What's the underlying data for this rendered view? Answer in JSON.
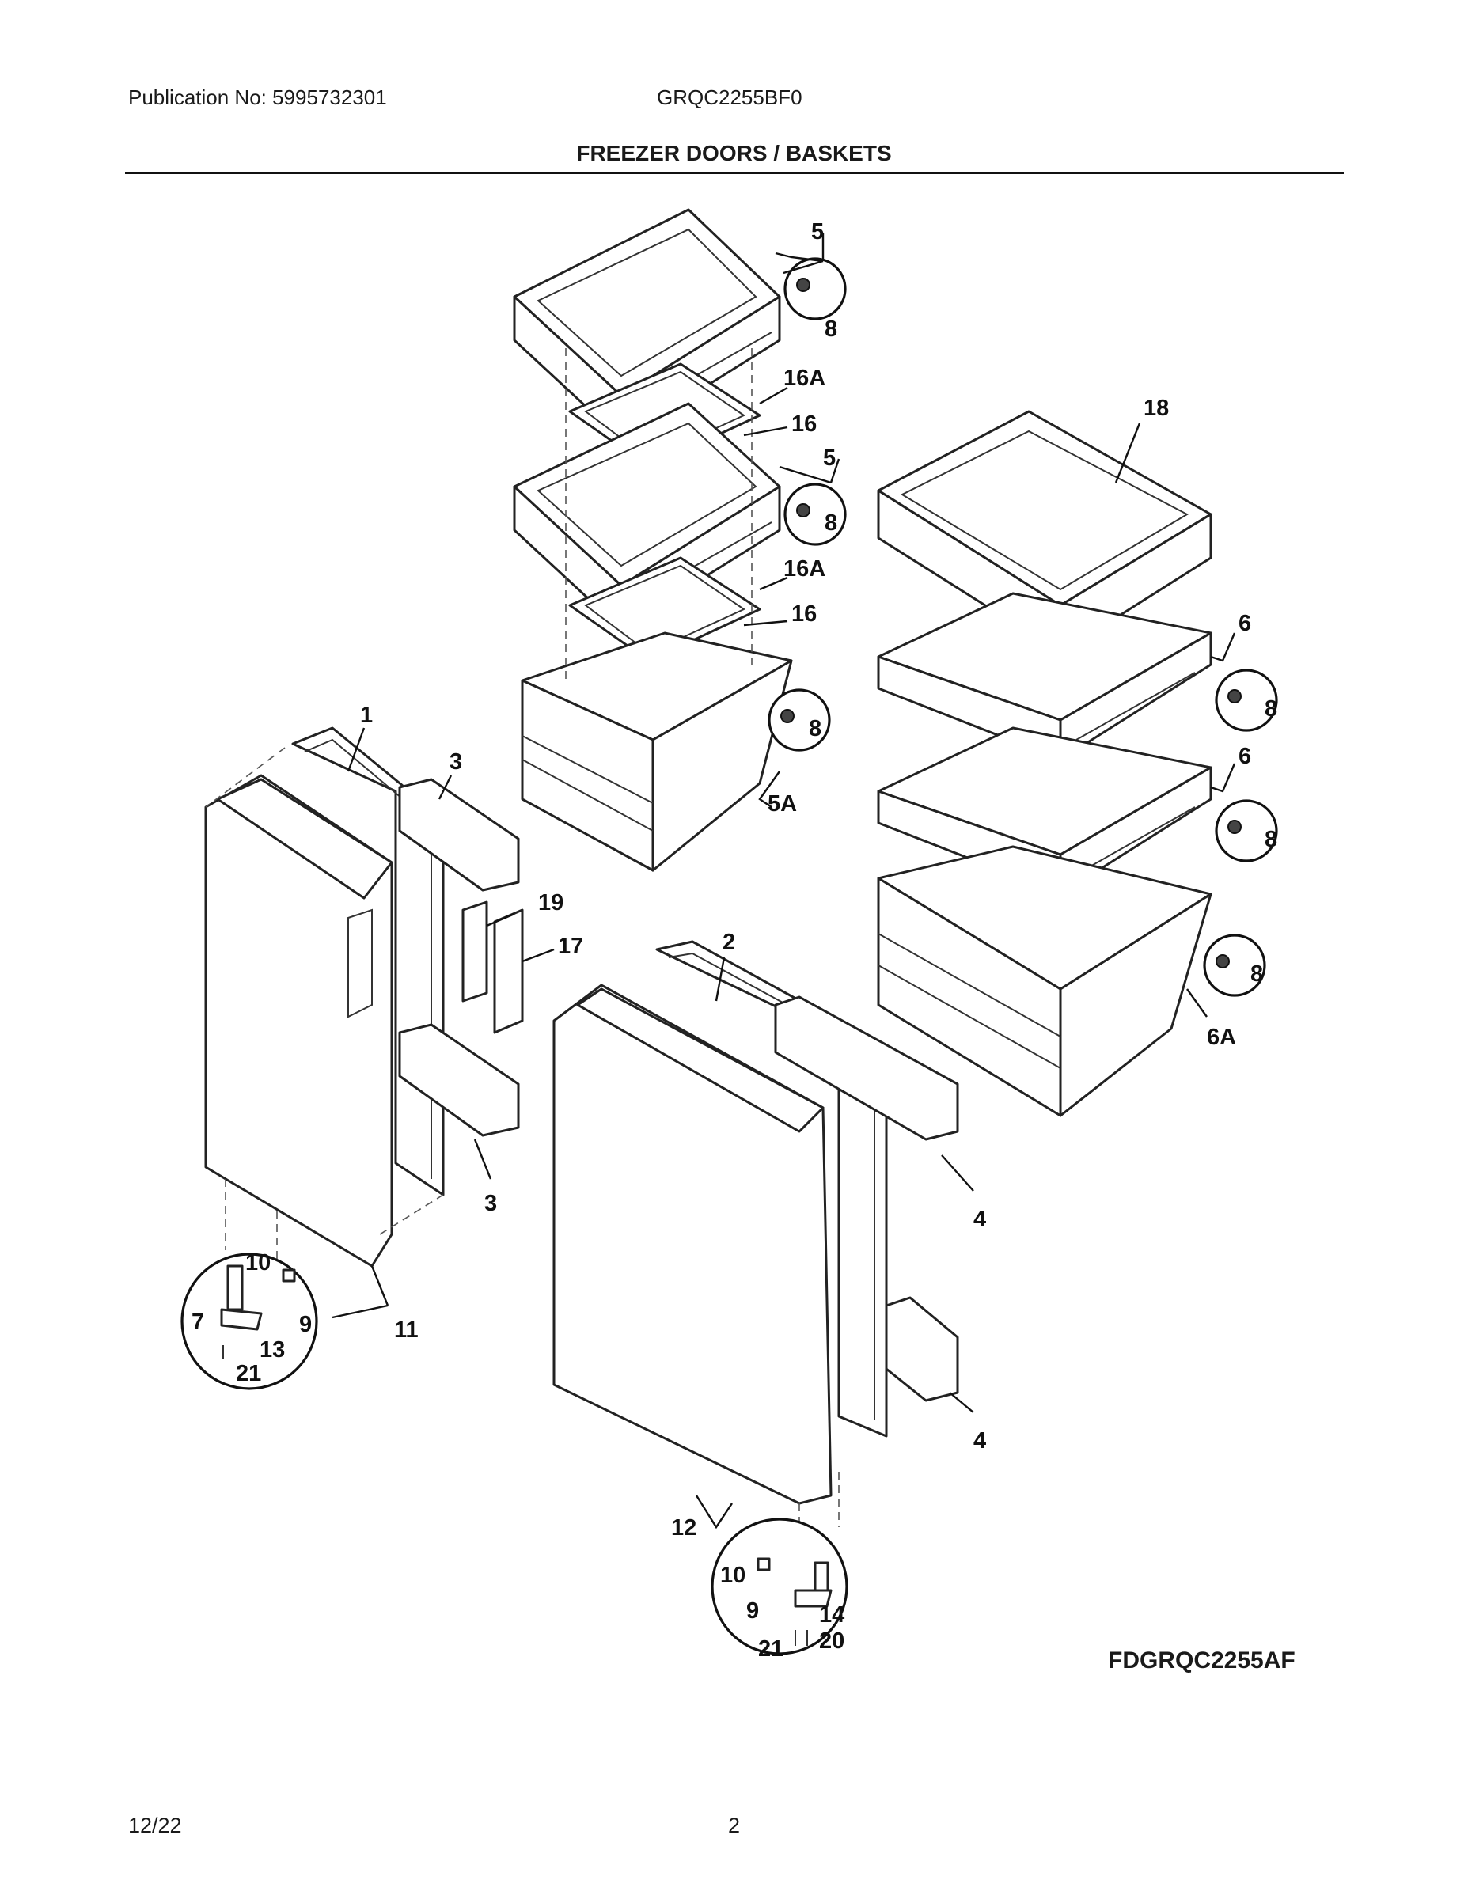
{
  "header": {
    "publication": "Publication No: 5995732301",
    "model": "GRQC2255BF0"
  },
  "title": "FREEZER DOORS / BASKETS",
  "figure_code": "FDGRQC2255AF",
  "footer": {
    "date": "12/22",
    "page": "2"
  },
  "part_labels": {
    "p1": "1",
    "p2": "2",
    "p3a": "3",
    "p3b": "3",
    "p4a": "4",
    "p4b": "4",
    "p5a": "5",
    "p5b": "5",
    "p5A": "5A",
    "p6a": "6",
    "p6b": "6",
    "p6A": "6A",
    "p8a": "8",
    "p8b": "8",
    "p8c": "8",
    "p8d": "8",
    "p8e": "8",
    "p8f": "8",
    "p16Aa": "16A",
    "p16a": "16",
    "p16Ab": "16A",
    "p16b": "16",
    "p17": "17",
    "p18": "18",
    "p19": "19",
    "p10a": "10",
    "p7": "7",
    "p9a": "9",
    "p13": "13",
    "p21a": "21",
    "p11": "11",
    "p12": "12",
    "p10b": "10",
    "p9b": "9",
    "p14": "14",
    "p21b": "21",
    "p20": "20"
  }
}
